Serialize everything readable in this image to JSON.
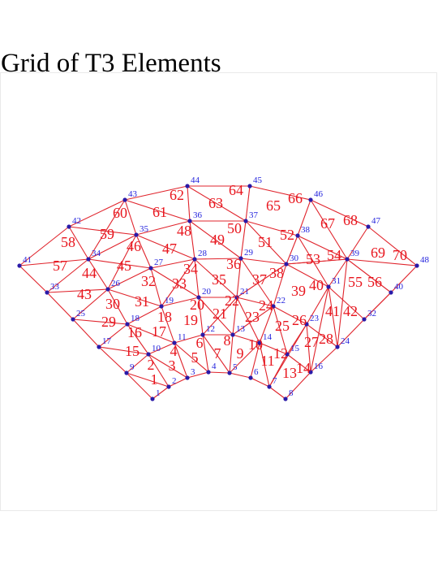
{
  "title": "Grid of T3 Elements",
  "colors": {
    "edge": "#e0242c",
    "node": "#2a1aa8",
    "node_label": "#2424dd",
    "element_label": "#e8151d",
    "frame": "#e9e9e9"
  },
  "mesh": {
    "node_count": 48,
    "element_count": 70,
    "node_labels": [
      "1",
      "2",
      "3",
      "4",
      "5",
      "6",
      "7",
      "8",
      "9",
      "10",
      "11",
      "12",
      "13",
      "14",
      "15",
      "16",
      "17",
      "18",
      "19",
      "20",
      "21",
      "22",
      "23",
      "24",
      "25",
      "26",
      "27",
      "28",
      "29",
      "30",
      "31",
      "32",
      "33",
      "34",
      "35",
      "36",
      "37",
      "38",
      "39",
      "40",
      "41",
      "42",
      "43",
      "44",
      "45",
      "46",
      "47",
      "48"
    ],
    "element_labels": [
      "1",
      "2",
      "3",
      "4",
      "5",
      "6",
      "7",
      "8",
      "9",
      "10",
      "11",
      "12",
      "13",
      "14",
      "15",
      "16",
      "17",
      "18",
      "19",
      "20",
      "21",
      "22",
      "23",
      "24",
      "25",
      "26",
      "27",
      "28",
      "29",
      "30",
      "31",
      "32",
      "33",
      "34",
      "35",
      "36",
      "37",
      "38",
      "39",
      "40",
      "41",
      "42",
      "43",
      "44",
      "45",
      "46",
      "47",
      "48",
      "49",
      "50",
      "51",
      "52",
      "53",
      "54",
      "55",
      "56",
      "57",
      "58",
      "59",
      "60",
      "61",
      "62",
      "63",
      "64",
      "65",
      "66",
      "67",
      "68",
      "69",
      "70"
    ]
  }
}
